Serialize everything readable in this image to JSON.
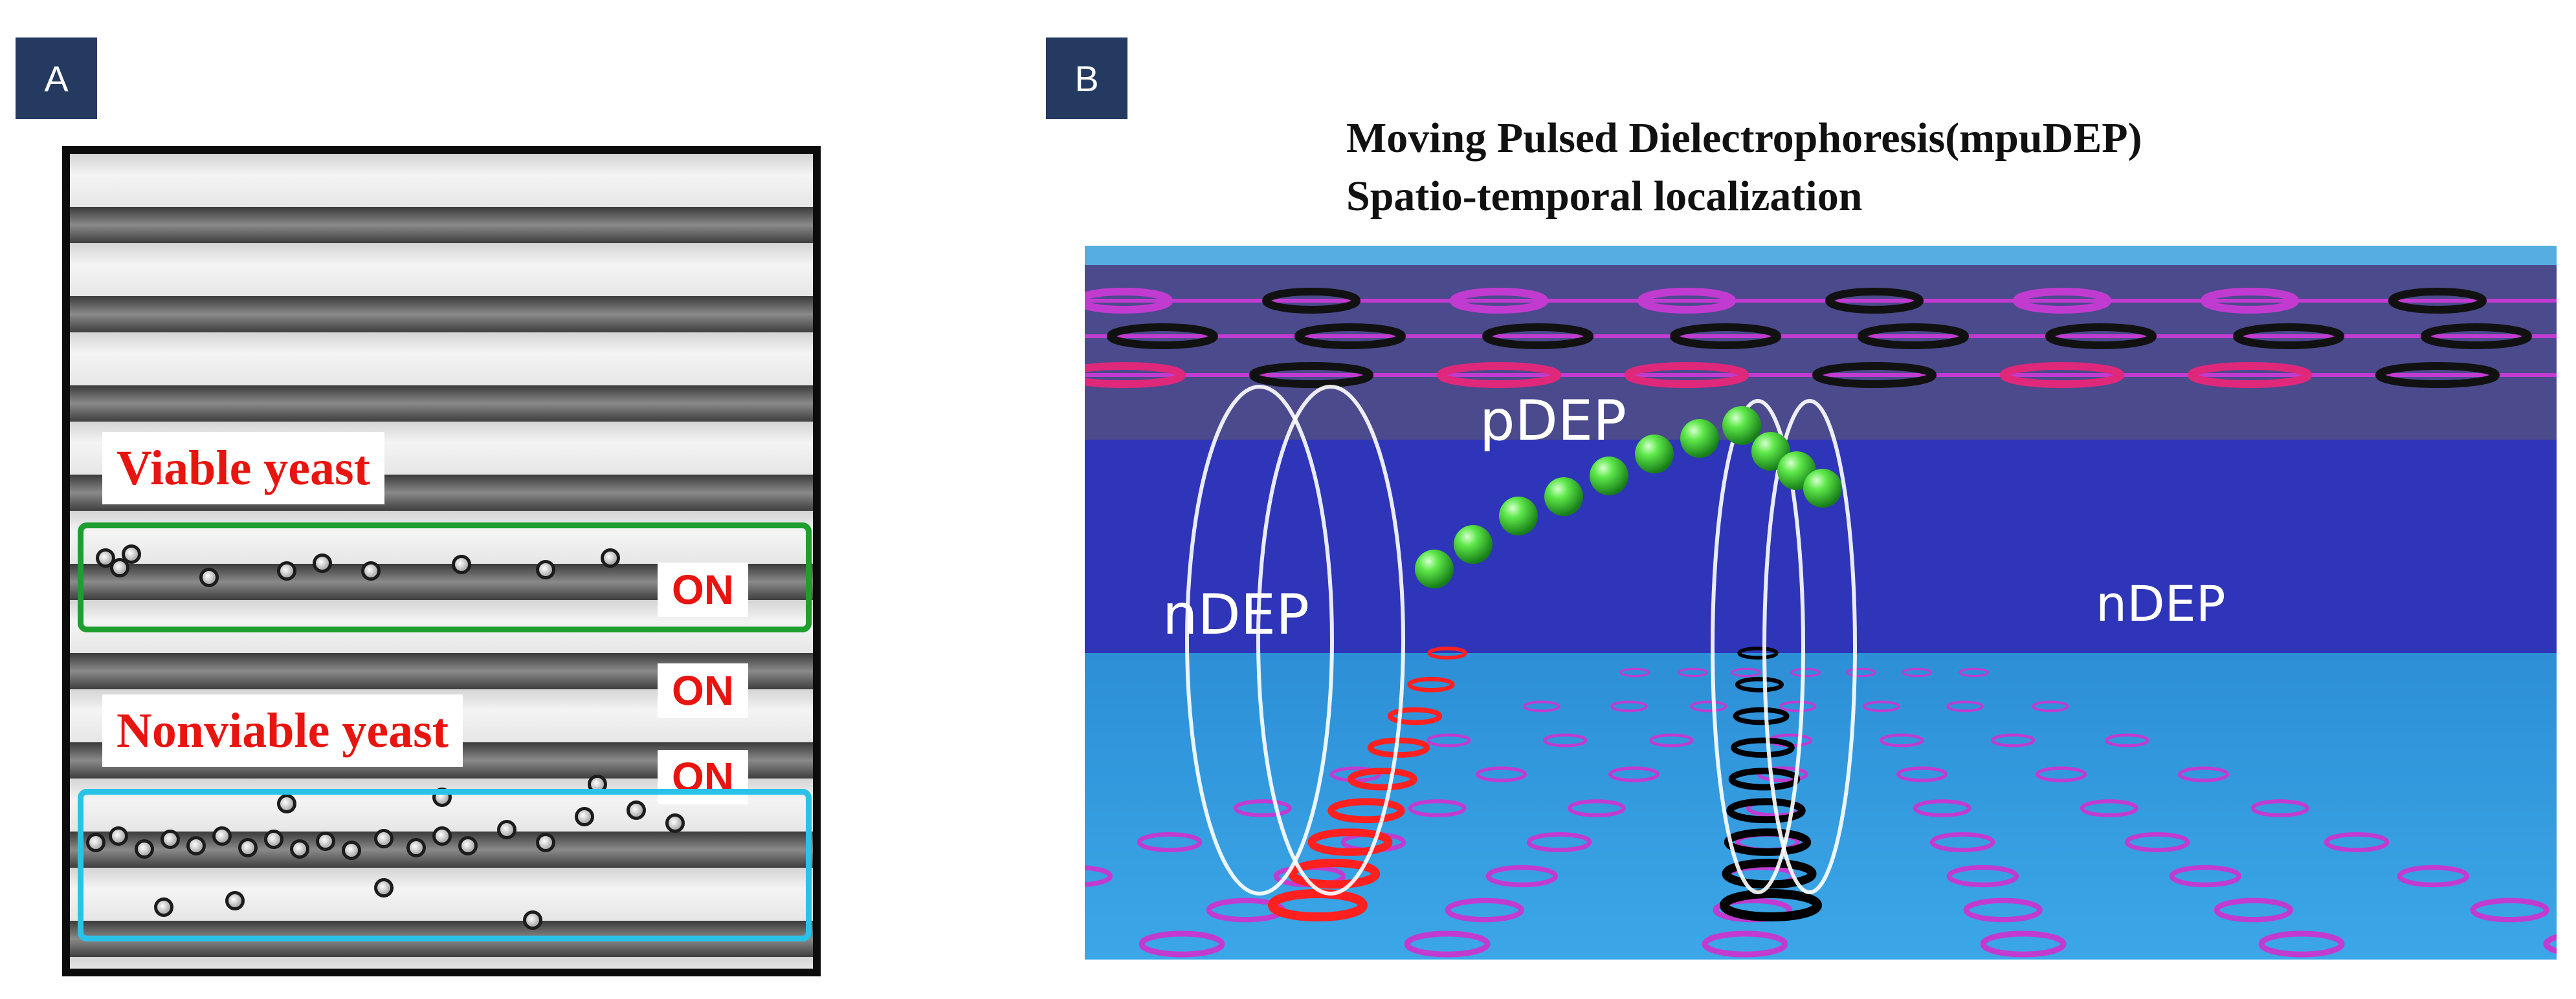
{
  "panel_a": {
    "tag": "A",
    "labels": {
      "viable": "Viable yeast",
      "nonviable": "Nonviable yeast"
    },
    "on_labels": [
      "ON",
      "ON",
      "ON"
    ]
  },
  "panel_b": {
    "tag": "B",
    "title_line1": "Moving Pulsed Dielectrophoresis(mpuDEP)",
    "title_line2": "Spatio-temporal localization",
    "labels": {
      "pdep": "pDEP",
      "ndep_left": "nDEP",
      "ndep_right": "nDEP"
    }
  },
  "colors": {
    "tag_background": "#243a60",
    "label_text": "#e8140f",
    "viable_box": "#1e9e2e",
    "nonviable_box": "#29c3ea",
    "particles": "#3ed43a",
    "active_electrode": "#ff2020",
    "ground_electrode": "#000000",
    "electrode_track": "#c23bd0"
  }
}
